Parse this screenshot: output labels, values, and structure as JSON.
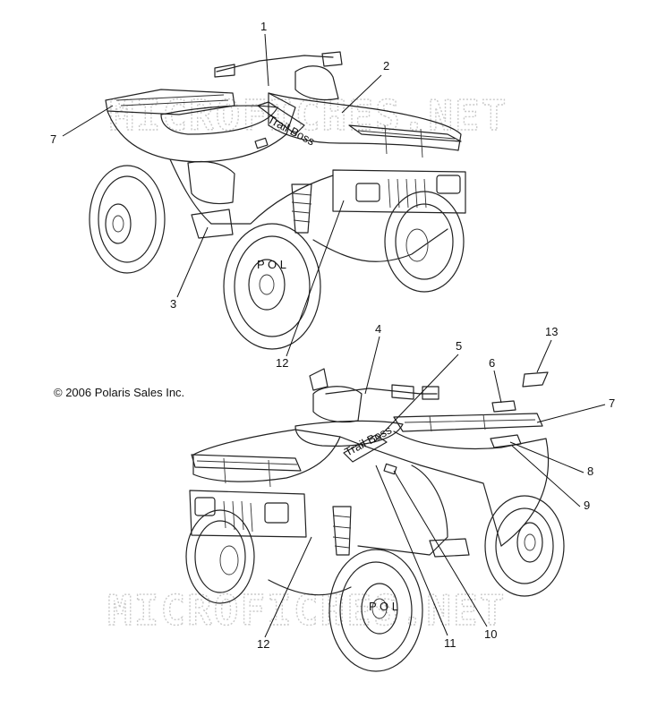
{
  "watermark": "MICROFICHES.NET",
  "copyright": "© 2006 Polaris Sales Inc.",
  "top_view": {
    "callouts": [
      "1",
      "2",
      "3",
      "7",
      "12"
    ]
  },
  "bottom_view": {
    "callouts": [
      "4",
      "5",
      "6",
      "7",
      "8",
      "9",
      "10",
      "11",
      "12",
      "13"
    ]
  },
  "decal_text": "Trail Boss",
  "hub_text": "P O L"
}
